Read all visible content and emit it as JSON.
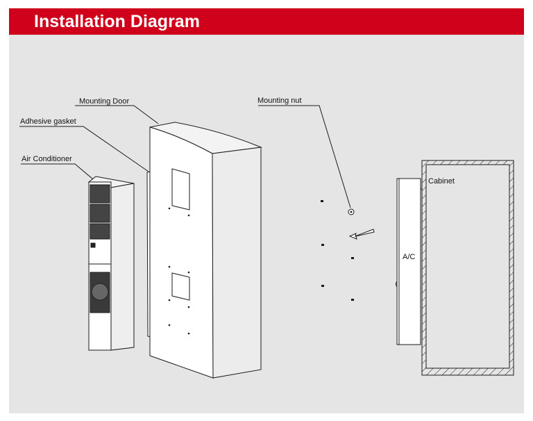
{
  "header": {
    "title": "Installation Diagram"
  },
  "labels": {
    "mounting_door": "Mounting Door",
    "adhesive_gasket": "Adhesive gasket",
    "air_conditioner": "Air Conditioner",
    "mounting_nut": "Mounting nut",
    "cabinet": "Cabinet",
    "ac": "A/C"
  },
  "colors": {
    "header_bg": "#d0021b",
    "panel_bg": "#e5e5e5",
    "line": "#1a1a1a"
  }
}
